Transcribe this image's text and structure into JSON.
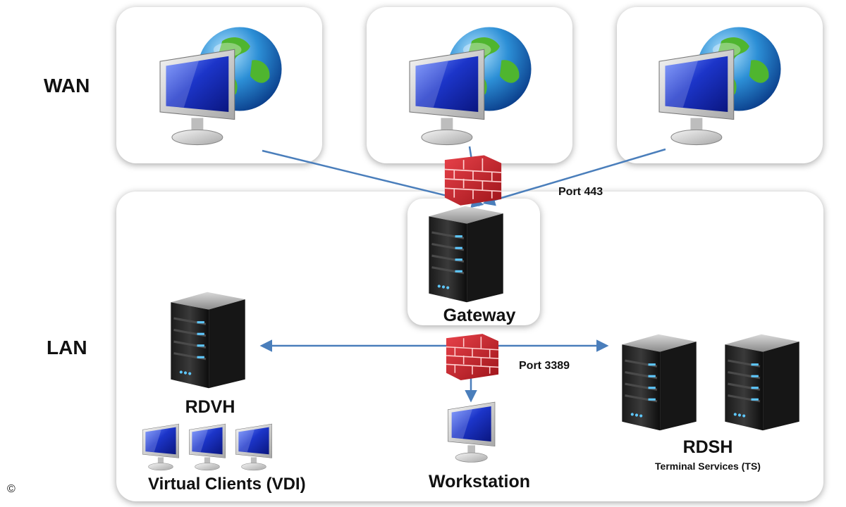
{
  "zones": {
    "wan_label": "WAN",
    "lan_label": "LAN"
  },
  "ports": {
    "https": "Port 443",
    "rdp": "Port 3389"
  },
  "nodes": {
    "gateway": "Gateway",
    "rdvh": "RDVH",
    "virtual_clients": "Virtual Clients (VDI)",
    "workstation": "Workstation",
    "rdsh": "RDSH",
    "rdsh_sub": "Terminal Services (TS)"
  },
  "copyright_symbol": "©",
  "colors": {
    "connector": "#4a7ebb",
    "firewall": "#cc2229",
    "screen": "#1f3fbf"
  }
}
